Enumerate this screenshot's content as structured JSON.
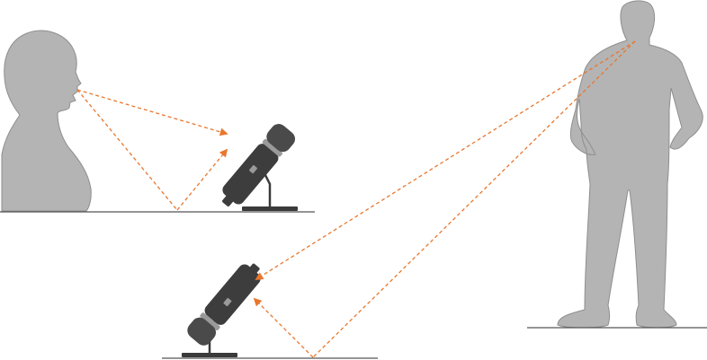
{
  "diagram": {
    "colors": {
      "silhouette": "#b4b4b4",
      "silhouette_outline": "#8e8e8e",
      "floor_line": "#555555",
      "path_arrow": "#e8772e",
      "microphone_body": "#3d3d3d",
      "microphone_grille": "#4a4a4a",
      "microphone_band": "#9a9a9a",
      "stand": "#3a3a3a"
    },
    "elements": [
      "head-and-shoulders-silhouette",
      "standing-man-silhouette",
      "near-microphone-on-stand",
      "far-microphone-on-stand",
      "direct-sound-path",
      "floor-reflection-path"
    ]
  }
}
